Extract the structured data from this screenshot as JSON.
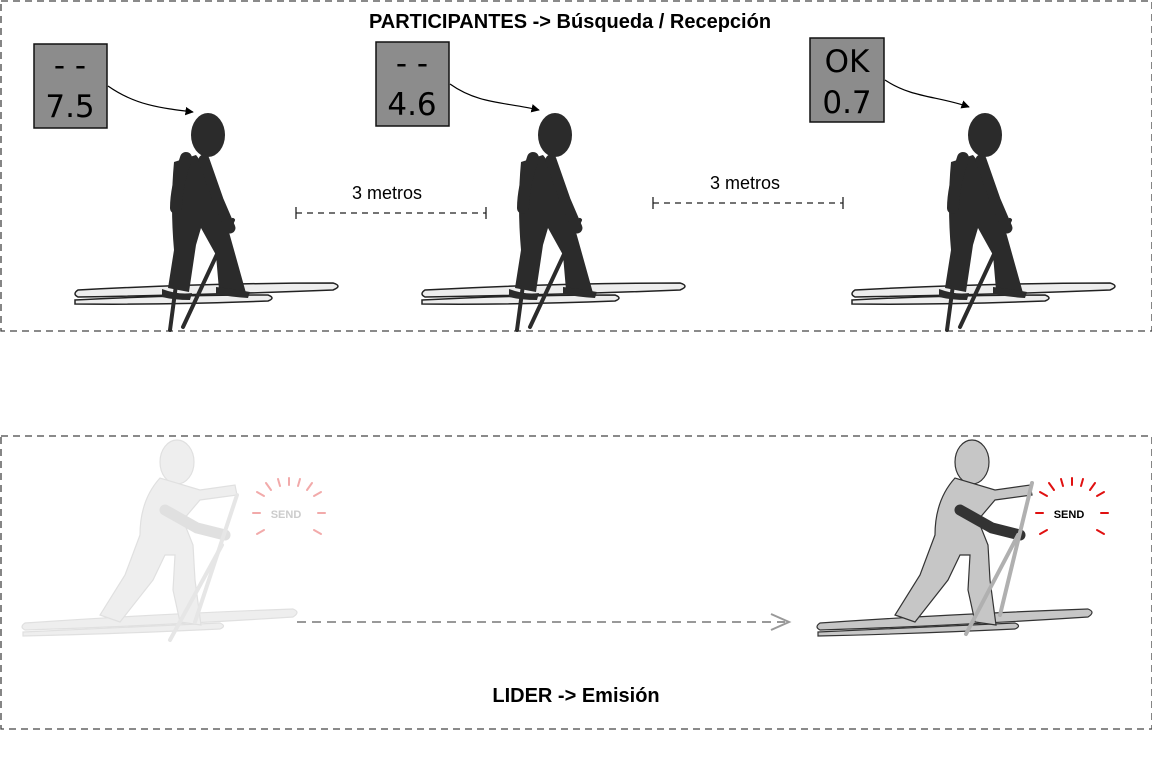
{
  "participants": {
    "title": "PARTICIPANTES -> Búsqueda / Recepción",
    "skiers": [
      {
        "line1": "- -",
        "line2": "7.5"
      },
      {
        "line1": "- -",
        "line2": "4.6"
      },
      {
        "line1": "OK",
        "line2": "0.7"
      }
    ],
    "distances": [
      "3 metros",
      "3 metros"
    ]
  },
  "leader": {
    "title": "LIDER -> Emisión",
    "send_label": "SEND"
  },
  "colors": {
    "display_bg": "#8c8c8c",
    "skier_dark": "#2b2b2b",
    "leader_faded": "#e6e6e6",
    "leader_grey": "#c6c6c6",
    "send_red": "#e01010",
    "send_faded": "#f2aaaa"
  }
}
